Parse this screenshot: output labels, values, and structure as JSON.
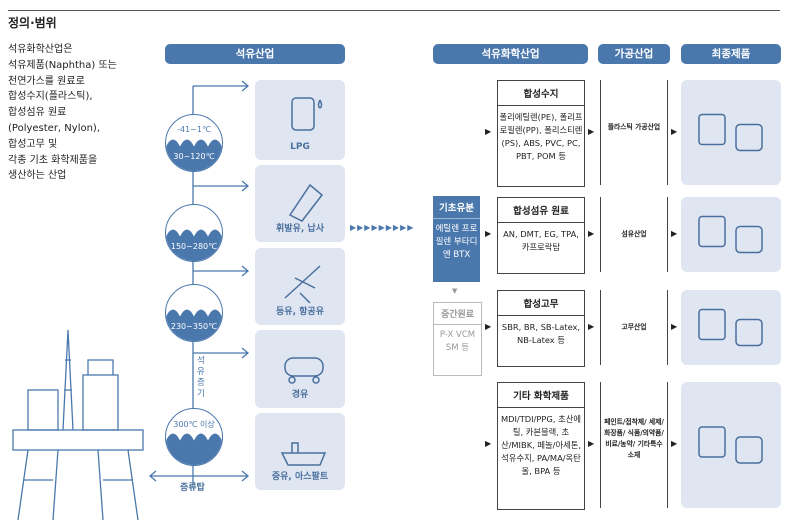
{
  "section_title": "정의·범위",
  "definition_lines": [
    "석유화학산업은",
    "석유제품(Naphtha) 또는",
    "천연가스를 원료로",
    "합성수지(플라스틱),",
    "합성섬유 원료",
    "(Polyester, Nylon),",
    "합성고무 및",
    "각종 기초 화학제품을",
    "생산하는 산업"
  ],
  "headers": {
    "petroleum": "석유산업",
    "petrochemical": "석유화학산업",
    "processing": "가공산업",
    "final": "최종제품"
  },
  "tower": {
    "temps": [
      {
        "top": "-41~1℃",
        "bottom": "30~120℃"
      },
      {
        "top": "",
        "bottom": "150~280℃"
      },
      {
        "top": "",
        "bottom": "230~350℃"
      },
      {
        "top": "300℃ 이상",
        "bottom": ""
      }
    ],
    "vapor_label": "석유증기",
    "tower_label": "증류탑"
  },
  "petroleum_products": [
    "LPG",
    "휘발유, 납사",
    "등유, 항공유",
    "경유",
    "중유, 아스팔트"
  ],
  "basic": {
    "title": "기초유분",
    "items": "에틸렌 프로필렌 부타디엔 BTX"
  },
  "intermediate": {
    "title": "중간원료",
    "items": "P-X VCM SM 등"
  },
  "groups": [
    {
      "title": "합성수지",
      "items": "폴리에틸렌(PE), 폴리프로필렌(PP), 폴리스티렌(PS), ABS, PVC, PC, PBT, POM 등",
      "process": "플라스틱 가공산업"
    },
    {
      "title": "합성섬유 원료",
      "items": "AN, DMT, EG, TPA, 카프로락탐",
      "process": "섬유산업"
    },
    {
      "title": "합성고무",
      "items": "SBR, BR, SB-Latex, NB-Latex 등",
      "process": "고무산업"
    },
    {
      "title": "기타 화학제품",
      "items": "MDI/TDI/PPG, 초산에틸, 카본블랙, 초산/MIBK, 페놀/아세톤, 석유수지, PA/MA/옥탄올, BPA 등",
      "process": "페인트/접착제/ 세제/화장품/ 식품/의약품/ 비료/농약/ 기타특수소재"
    }
  ],
  "colors": {
    "accent": "#4a78ad",
    "light": "#dfe6f2"
  }
}
